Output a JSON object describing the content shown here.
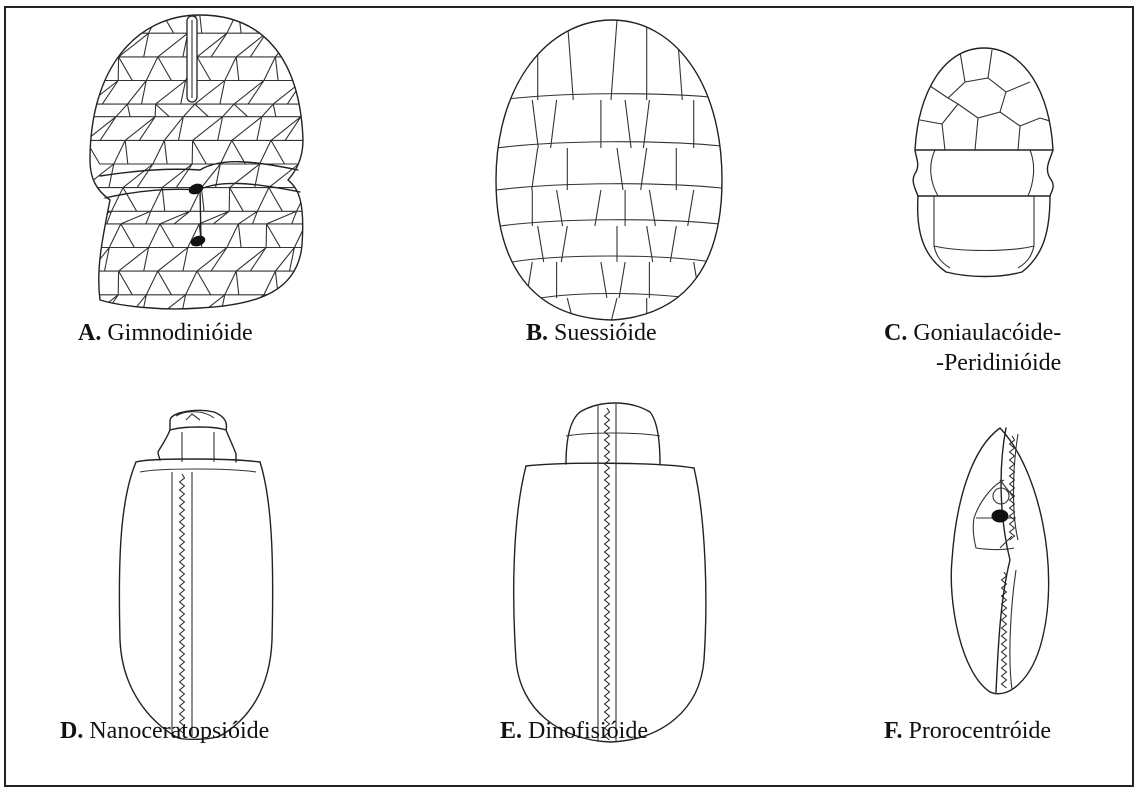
{
  "figures": [
    {
      "letter": "A.",
      "name": "Gimnodinióide"
    },
    {
      "letter": "B.",
      "name": "Suessióide"
    },
    {
      "letter": "C.",
      "name": "Goniaulacóide-",
      "cont": "-Peridinióide"
    },
    {
      "letter": "D.",
      "name": "Nanoceratopsióide"
    },
    {
      "letter": "E.",
      "name": "Dinofisióide"
    },
    {
      "letter": "F.",
      "name": "Prorocentróide"
    }
  ]
}
